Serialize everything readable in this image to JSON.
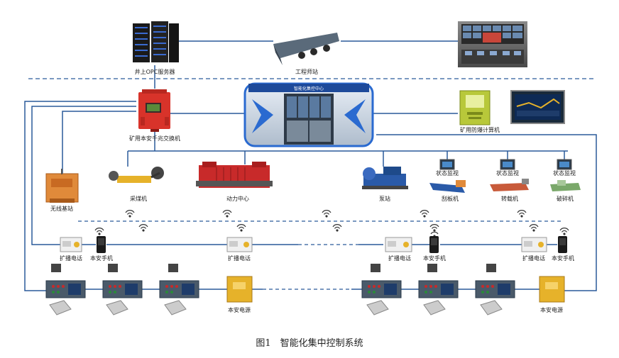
{
  "labels": {
    "opc_server": "井上OPC服务器",
    "engineer_station": "工程师站",
    "switch": "矿用本安千兆交换机",
    "computer": "矿用防爆计算机",
    "control_center_sign": "智能化集控中心",
    "wireless_base": "无线基站",
    "shearer": "采煤机",
    "power_center": "动力中心",
    "pump_station": "泵站",
    "scraper": "刮板机",
    "transfer": "转载机",
    "crusher": "破碎机",
    "status_monitor_1": "状态监视",
    "status_monitor_2": "状态监视",
    "status_monitor_3": "状态监视",
    "phone_1": "扩播电话",
    "handset_1": "本安手机",
    "phone_2": "扩播电话",
    "phone_3": "扩播电话",
    "handset_2": "本安手机",
    "phone_4": "扩播电话",
    "handset_3": "本安手机",
    "power_1": "本安电源",
    "power_2": "本安电源"
  },
  "caption": "图1　智能化集中控制系统",
  "colors": {
    "line": "#2a5a9a",
    "dash": "#2a5a9a",
    "switch_red": "#d8332a",
    "power_red": "#c82a2a",
    "pump_blue": "#2a5aa8",
    "yellow": "#e6b22a",
    "green_box": "#b8c83a",
    "orange_box": "#e08a3a"
  }
}
